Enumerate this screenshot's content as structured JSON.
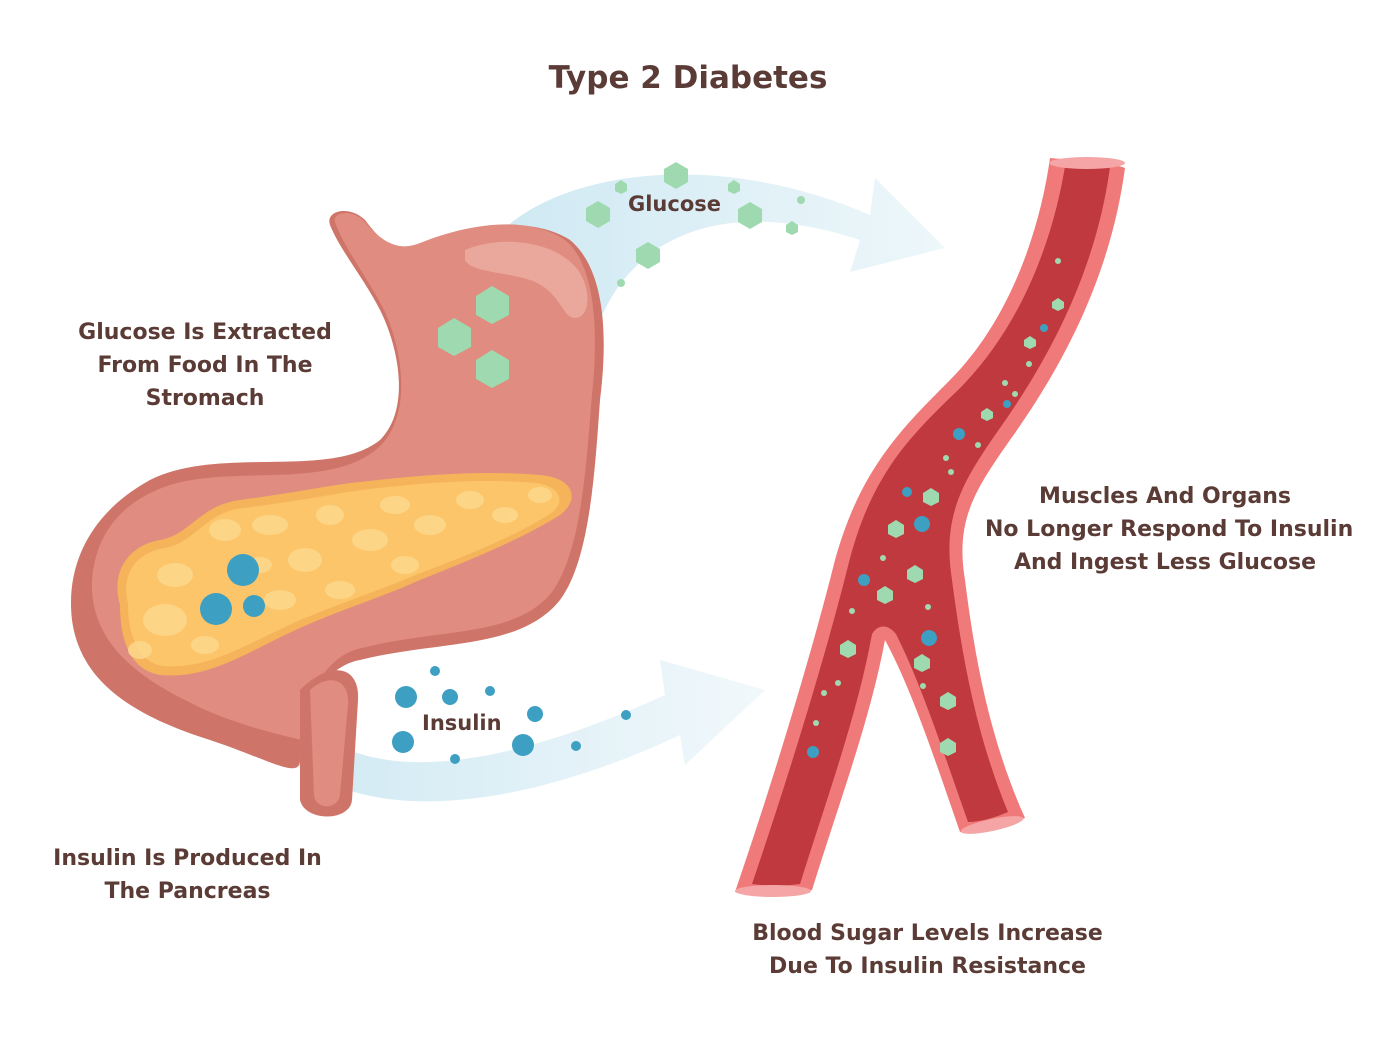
{
  "title": "Type 2 Diabetes",
  "labels": {
    "glucose_stomach": [
      "Glucose Is Extracted",
      "From Food In The",
      "Stromach"
    ],
    "insulin_pancreas": [
      "Insulin Is Produced In",
      "The Pancreas"
    ],
    "muscles": [
      "Muscles And Organs",
      "No Longer Respond To Insulin",
      "And Ingest Less Glucose"
    ],
    "blood_sugar": [
      "Blood Sugar Levels Increase",
      "Due To Insulin Resistance"
    ],
    "glucose_arrow": "Glucose",
    "insulin_arrow": "Insulin"
  },
  "colors": {
    "text": "#5b3b35",
    "stomach": "#e08c80",
    "stomach_dark": "#cf7468",
    "pancreas": "#fcc56a",
    "glucose": "#9fd9b0",
    "insulin": "#3d9fc2",
    "vessel_wall": "#f07a7a",
    "vessel_inner": "#c0393e",
    "arrow": "#d9eef5"
  }
}
